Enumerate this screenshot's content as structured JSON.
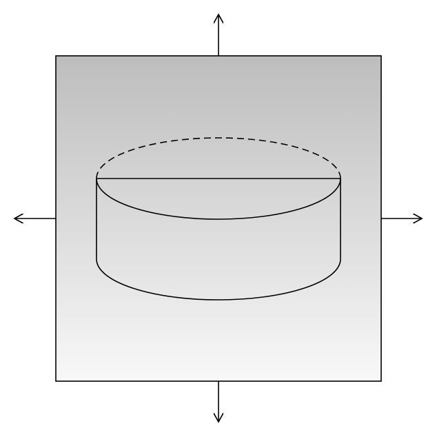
{
  "figure": {
    "panel_fill_top": "#bdbdbd",
    "panel_fill_bottom": "#f8f8f8",
    "stroke_color": "#000000",
    "arrows": [
      "up",
      "down",
      "left",
      "right"
    ],
    "shape": "half-cylinder (semi-elliptical slab) with dashed back rim",
    "hidden_edge_style": "dashed"
  }
}
